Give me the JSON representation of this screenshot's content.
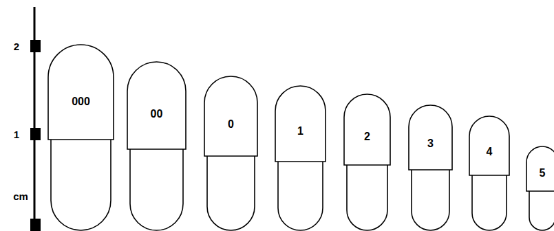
{
  "diagram": {
    "nodes": [
      {
        "text": [
          "000"
        ]
      },
      {
        "text": [
          "00"
        ]
      },
      {
        "text": [
          "0"
        ]
      },
      {
        "text": [
          "1"
        ]
      },
      {
        "text": [
          "2"
        ]
      },
      {
        "text": [
          "3"
        ]
      },
      {
        "text": [
          "4"
        ]
      },
      {
        "text": [
          "5"
        ]
      }
    ],
    "labels": [
      "2",
      "1",
      "cm"
    ]
  }
}
